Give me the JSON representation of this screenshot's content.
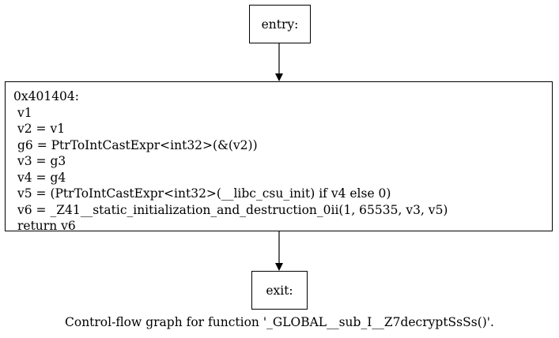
{
  "graph": {
    "entry_label": "entry:",
    "exit_label": "exit:",
    "block": {
      "address": "0x401404:",
      "lines": [
        "v1",
        "v2 = v1",
        "g6 = PtrToIntCastExpr<int32>(&(v2))",
        "v3 = g3",
        "v4 = g4",
        "v5 = (PtrToIntCastExpr<int32>(__libc_csu_init) if v4 else 0)",
        "v6 = _Z41__static_initialization_and_destruction_0ii(1, 65535, v3, v5)",
        "return v6"
      ]
    },
    "caption": "Control-flow graph for function '_GLOBAL__sub_I__Z7decryptSsSs()'."
  }
}
